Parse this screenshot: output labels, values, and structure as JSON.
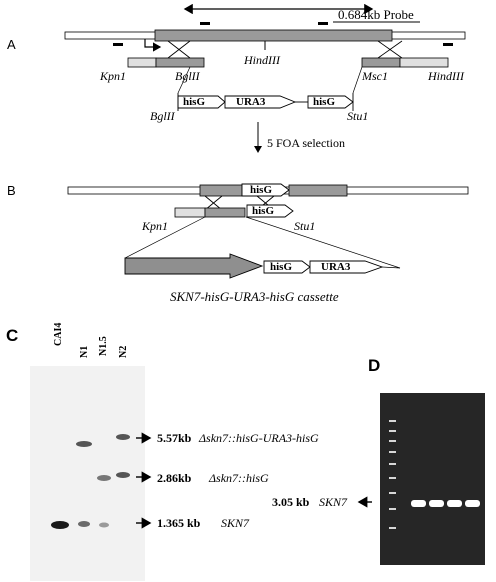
{
  "panel_a": {
    "letter": "A",
    "probe_label": "0.684kb Probe",
    "kpn1": "Kpn1",
    "bgl2_top": "BglII",
    "hind3_mid": "HindIII",
    "msc1": "Msc1",
    "hind3_right": "HindIII",
    "bgl2_bottom": "BglII",
    "stu1": "Stu1",
    "boxes": [
      "hisG",
      "URA3",
      "hisG"
    ],
    "step": "5 FOA selection"
  },
  "panel_b": {
    "letter": "B",
    "hisG_top": "hisG",
    "hisG_mid": "hisG",
    "kpn1": "Kpn1",
    "stu1": "Stu1",
    "cassette_boxes": [
      "hisG",
      "URA3"
    ],
    "caption": "SKN7-hisG-URA3-hisG cassette"
  },
  "panel_c": {
    "letter": "C",
    "lanes": [
      "CAI4",
      "N1",
      "N1.5",
      "N2"
    ],
    "bands": [
      {
        "size": "5.57kb",
        "desc": "Δskn7::hisG-URA3-hisG"
      },
      {
        "size": "2.86kb",
        "desc": "Δskn7::hisG"
      },
      {
        "size": "1.365 kb",
        "desc": "SKN7"
      }
    ]
  },
  "panel_d": {
    "letter": "D",
    "band_size": "3.05 kb",
    "band_gene": "SKN7"
  }
}
